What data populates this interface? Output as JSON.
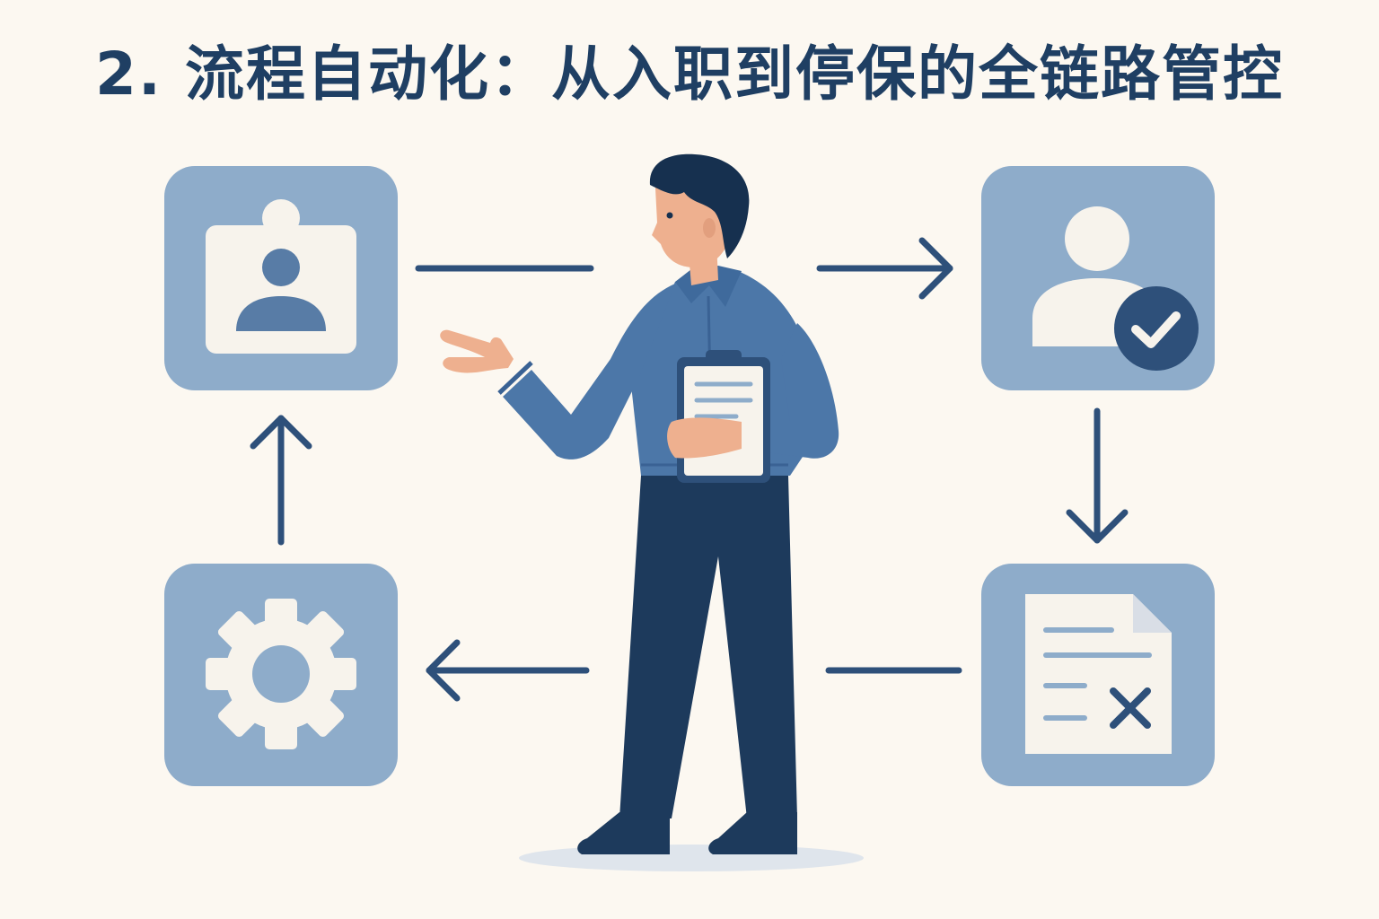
{
  "title": "2. 流程自动化：从入职到停保的全链路管控",
  "colors": {
    "background": "#fcf8f1",
    "title": "#1f3f63",
    "tile": "#8eacca",
    "tile_inner": "#f7f3ec",
    "accent_dark": "#2e507a",
    "icon_mid": "#587ca6",
    "shirt": "#4c77a8",
    "pants": "#1d3a5c",
    "skin": "#eeb08f",
    "hair": "#16304f"
  },
  "steps": [
    {
      "id": "onboarding",
      "icon": "id-badge-icon"
    },
    {
      "id": "verified",
      "icon": "user-check-icon"
    },
    {
      "id": "termination",
      "icon": "document-cancel-icon"
    },
    {
      "id": "automation",
      "icon": "gear-icon"
    }
  ],
  "figure": {
    "icon": "person-with-clipboard"
  }
}
